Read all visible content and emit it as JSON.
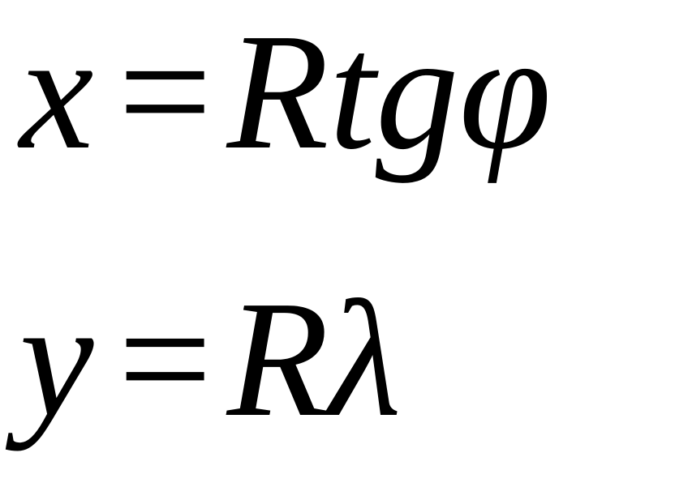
{
  "formulas": {
    "line1": {
      "lhs": "x",
      "operator": "=",
      "rhs": "Rtgφ"
    },
    "line2": {
      "lhs": "y",
      "operator": "=",
      "rhs": "Rλ"
    }
  },
  "colors": {
    "text": "#000000",
    "background": "#ffffff"
  }
}
